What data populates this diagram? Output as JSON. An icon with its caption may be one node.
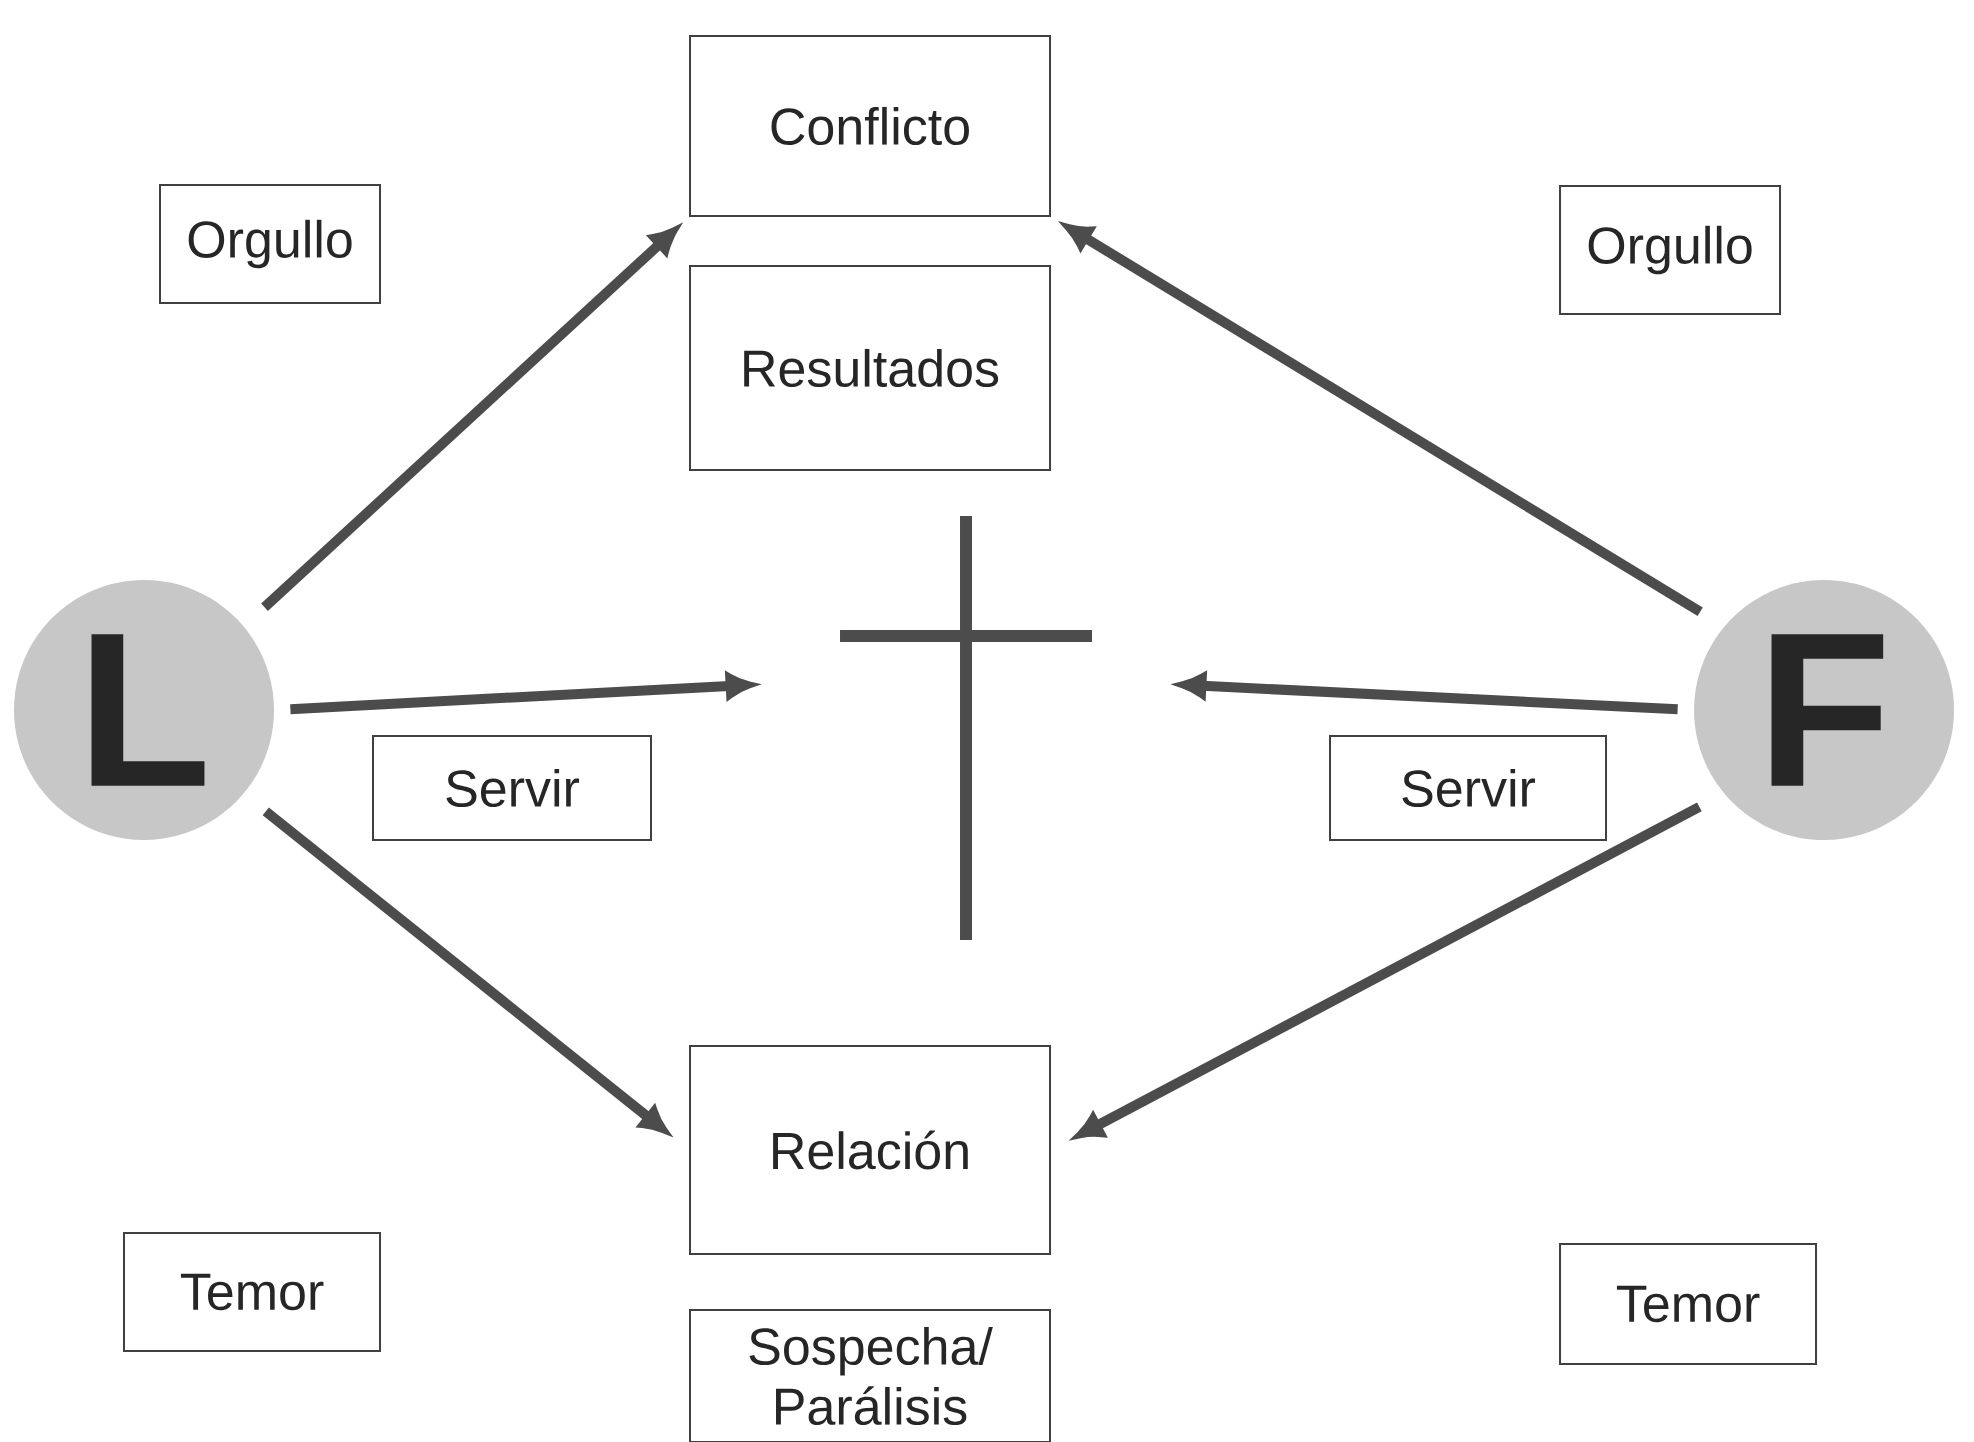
{
  "diagram": {
    "nodes": [
      {
        "text": [
          "Conflicto"
        ]
      },
      {
        "text": [
          "Resultados"
        ]
      },
      {
        "text": [
          "Orgullo"
        ]
      },
      {
        "text": [
          "Orgullo"
        ]
      },
      {
        "text": [
          "L"
        ]
      },
      {
        "text": [
          "F"
        ]
      },
      {
        "text": [],
        "shape": "picture"
      },
      {
        "text": [
          "Servir"
        ]
      },
      {
        "text": [
          "Servir"
        ]
      },
      {
        "text": [
          "Relación"
        ]
      },
      {
        "text": [
          "Sospecha/ Parálisis"
        ]
      },
      {
        "text": [
          "Temor"
        ]
      },
      {
        "text": [
          "Temor"
        ]
      }
    ],
    "edges": [
      {
        "from": 4,
        "to": 0,
        "arrow": "to"
      },
      {
        "from": 5,
        "to": 0,
        "arrow": "to"
      },
      {
        "from": 4,
        "to": 6,
        "arrow": "to"
      },
      {
        "from": 5,
        "to": 6,
        "arrow": "to"
      },
      {
        "from": 4,
        "to": 9,
        "arrow": "to"
      },
      {
        "from": 5,
        "to": 9,
        "arrow": "to"
      }
    ]
  }
}
